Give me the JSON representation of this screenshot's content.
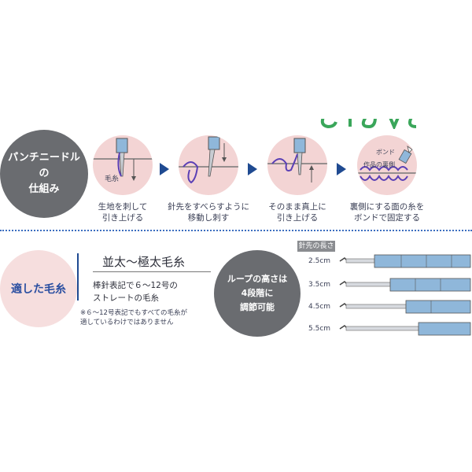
{
  "colors": {
    "navy": "#1f4a91",
    "gray_circle": "#6a6c70",
    "pink": "#f3d4d4",
    "needle_blue": "#8fb7da",
    "yarn_purple": "#5a3fb5",
    "logo_green": "#3aa65a"
  },
  "mechanism": {
    "title_lines": [
      "パンチニードル",
      "の",
      "仕組み"
    ],
    "steps": [
      {
        "label": "毛糸",
        "caption_lines": [
          "生地を刺して",
          "引き上げる"
        ]
      },
      {
        "caption_lines": [
          "針先をすべらすように",
          "移動し刺す"
        ]
      },
      {
        "caption_lines": [
          "そのまま真上に",
          "引き上げる"
        ]
      },
      {
        "labels": [
          "ボンド",
          "作品の裏側"
        ],
        "caption_lines": [
          "裏側にする面の糸を",
          "ボンドで固定する"
        ]
      }
    ]
  },
  "yarn": {
    "badge": "適した毛糸",
    "title": "並太～極太毛糸",
    "desc_lines": [
      "棒針表記で６～12号の",
      "ストレートの毛糸"
    ],
    "note_lines": [
      "※６～12号表記でもすべての毛糸が",
      "適しているわけではありません"
    ]
  },
  "loop": {
    "lines": [
      "ループの高さは",
      "4段階に",
      "調節可能"
    ]
  },
  "needle_lengths": {
    "header": "針先の長さ",
    "items": [
      "2.5cm",
      "3.5cm",
      "4.5cm",
      "5.5cm"
    ]
  }
}
